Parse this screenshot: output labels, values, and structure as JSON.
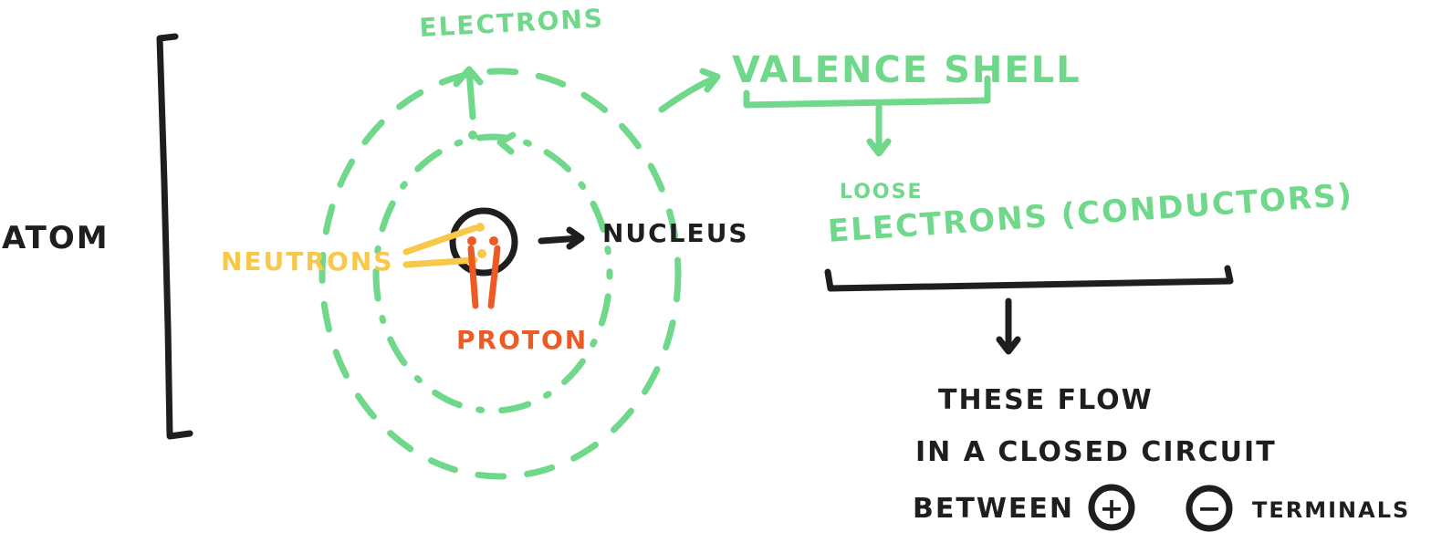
{
  "labels": {
    "atom": "ATOM",
    "electrons": "ELECTRONS",
    "valence_shell": "VALENCE SHELL",
    "neutrons": "NEUTRONS",
    "nucleus": "NUCLEUS",
    "proton": "PROTON",
    "loose": "LOOSE",
    "electrons_conductors": "ELECTRONS (CONDUCTORS)",
    "flow_line1": "THESE FLOW",
    "flow_line2": "IN A CLOSED CIRCUIT",
    "flow_line3_a": "BETWEEN",
    "plus": "+",
    "minus": "−",
    "flow_line3_b": "TERMINALS"
  },
  "colors": {
    "green": "#6fd88a",
    "yellow": "#f8c84a",
    "orange": "#ee5a24",
    "black": "#1e1e1e"
  }
}
